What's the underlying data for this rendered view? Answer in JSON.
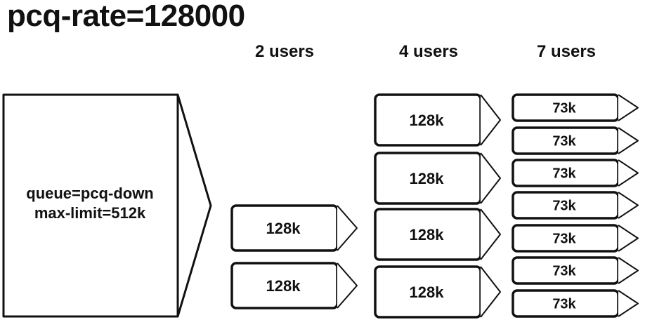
{
  "title": "pcq-rate=128000",
  "columns": [
    {
      "heading": "2 users",
      "users": 2,
      "rate_label": "128k"
    },
    {
      "heading": "4 users",
      "users": 4,
      "rate_label": "128k"
    },
    {
      "heading": "7 users",
      "users": 7,
      "rate_label": "73k"
    }
  ],
  "queue": {
    "line1": "queue=pcq-down",
    "line2": "max-limit=512k"
  }
}
